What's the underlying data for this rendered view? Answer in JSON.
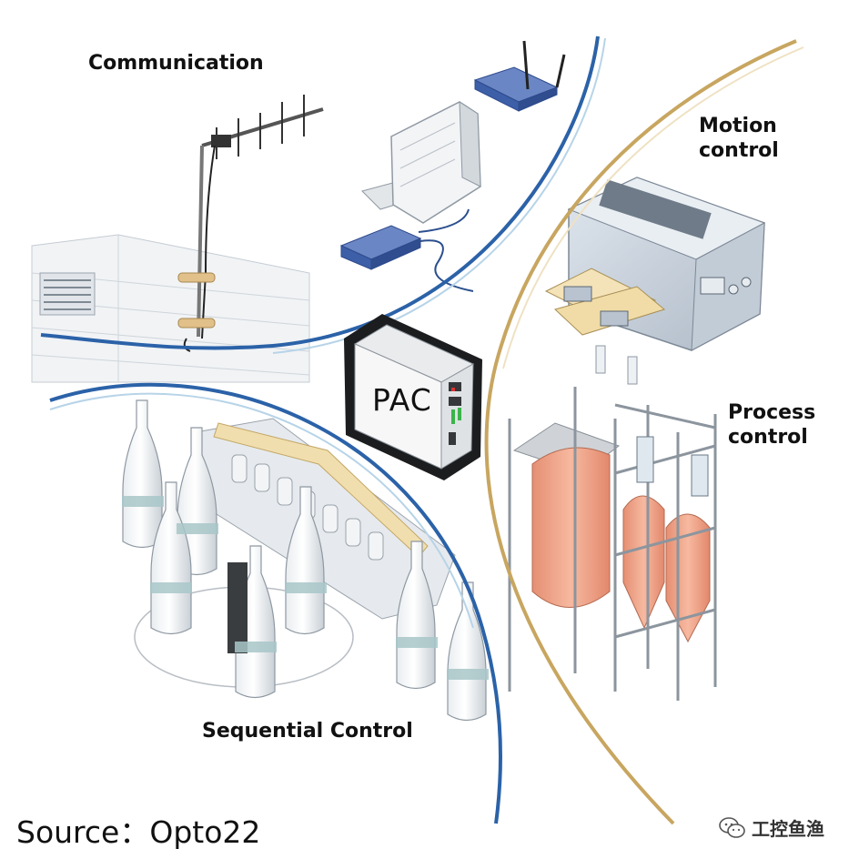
{
  "labels": {
    "communication": "Communication",
    "motion_control": "Motion control",
    "process_control": "Process control",
    "sequential_control": "Sequential Control",
    "pac": "PAC"
  },
  "source": "Source：Opto22",
  "watermark": {
    "text": "工控鱼渔",
    "icon": "wechat-icon"
  },
  "colors": {
    "arc_blue": "#2b62a8",
    "arc_gold": "#c8a660",
    "router_blue": "#3d5fa8",
    "tank_salmon": "#f0a58a",
    "background": "#ffffff"
  }
}
